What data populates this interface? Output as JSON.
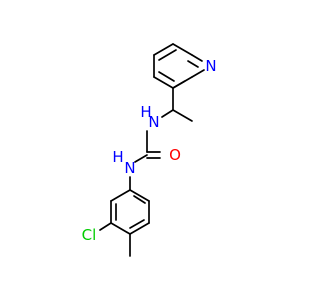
{
  "molecule": {
    "atoms": {
      "pyridine_n": {
        "text": "N",
        "color": "#0000ff"
      },
      "urea_nh_upper": {
        "text": "H",
        "color": "#0000ff"
      },
      "urea_n_upper": {
        "text": "N",
        "color": "#0000ff"
      },
      "urea_o": {
        "text": "O",
        "color": "#ff0000"
      },
      "urea_nh_lower": {
        "text": "H",
        "color": "#0000ff"
      },
      "urea_n_lower": {
        "text": "N",
        "color": "#0000ff"
      },
      "chlorine": {
        "text": "Cl",
        "color": "#00cc00"
      }
    }
  }
}
